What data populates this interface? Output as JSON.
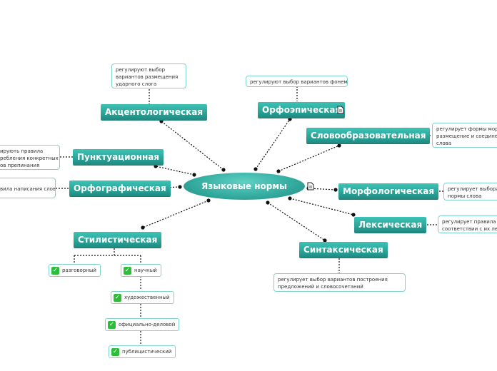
{
  "center": {
    "label": "Языковые нормы"
  },
  "topics": {
    "accent": "Акцентологическая",
    "orthoep": "Орфоэпическая",
    "wordform": "Словообразовательная",
    "punct": "Пунктуационная",
    "ortho": "Орфографическая",
    "morph": "Морфологическая",
    "lexical": "Лексическая",
    "syntax": "Синтаксическая",
    "style": "Стилистическая"
  },
  "notes": {
    "accent": [
      "регулируют выбор",
      "вариантов размещения",
      "ударного слога"
    ],
    "orthoep": [
      "регулируют выбор вариантов фонемы"
    ],
    "wordform": [
      "регулирует формы морф",
      "размещение и соединен",
      "слова"
    ],
    "punct": [
      "ирують правила",
      "ребления конкретных",
      "ов препинания"
    ],
    "ortho": [
      "вила написания слов"
    ],
    "morph": [
      "регулирует выбора",
      "нормы слова"
    ],
    "lexical": [
      "регулирует правила пр",
      "соответствии с их лекс"
    ],
    "syntax": [
      "регулирует выбор вариантов построения",
      "предложений и словосочетаний"
    ]
  },
  "styles": [
    "разговорный",
    "научный",
    "художественный",
    "официально-деловой",
    "публицистический"
  ],
  "icons": {
    "doc": "document-icon",
    "check": "checkmark-icon"
  },
  "colors": {
    "topic": "#2aa397",
    "line": "#000000",
    "check": "#2ebd39"
  }
}
